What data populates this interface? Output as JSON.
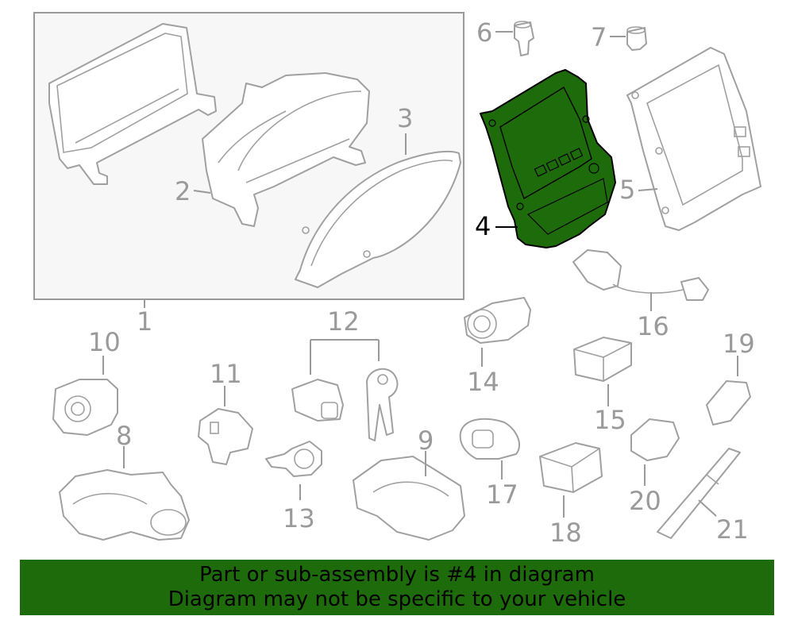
{
  "callouts": {
    "c1": "1",
    "c2": "2",
    "c3": "3",
    "c4": "4",
    "c5": "5",
    "c6": "6",
    "c7": "7",
    "c8": "8",
    "c9": "9",
    "c10": "10",
    "c11": "11",
    "c12": "12",
    "c13": "13",
    "c14": "14",
    "c15": "15",
    "c16": "16",
    "c17": "17",
    "c18": "18",
    "c19": "19",
    "c20": "20",
    "c21": "21"
  },
  "highlight": {
    "part": "4",
    "color": "#1e6b0c"
  },
  "banner": {
    "line1": "Part or sub-assembly is #4 in diagram",
    "line2": "Diagram may not be specific to your vehicle",
    "background": "#1e6b0c"
  }
}
